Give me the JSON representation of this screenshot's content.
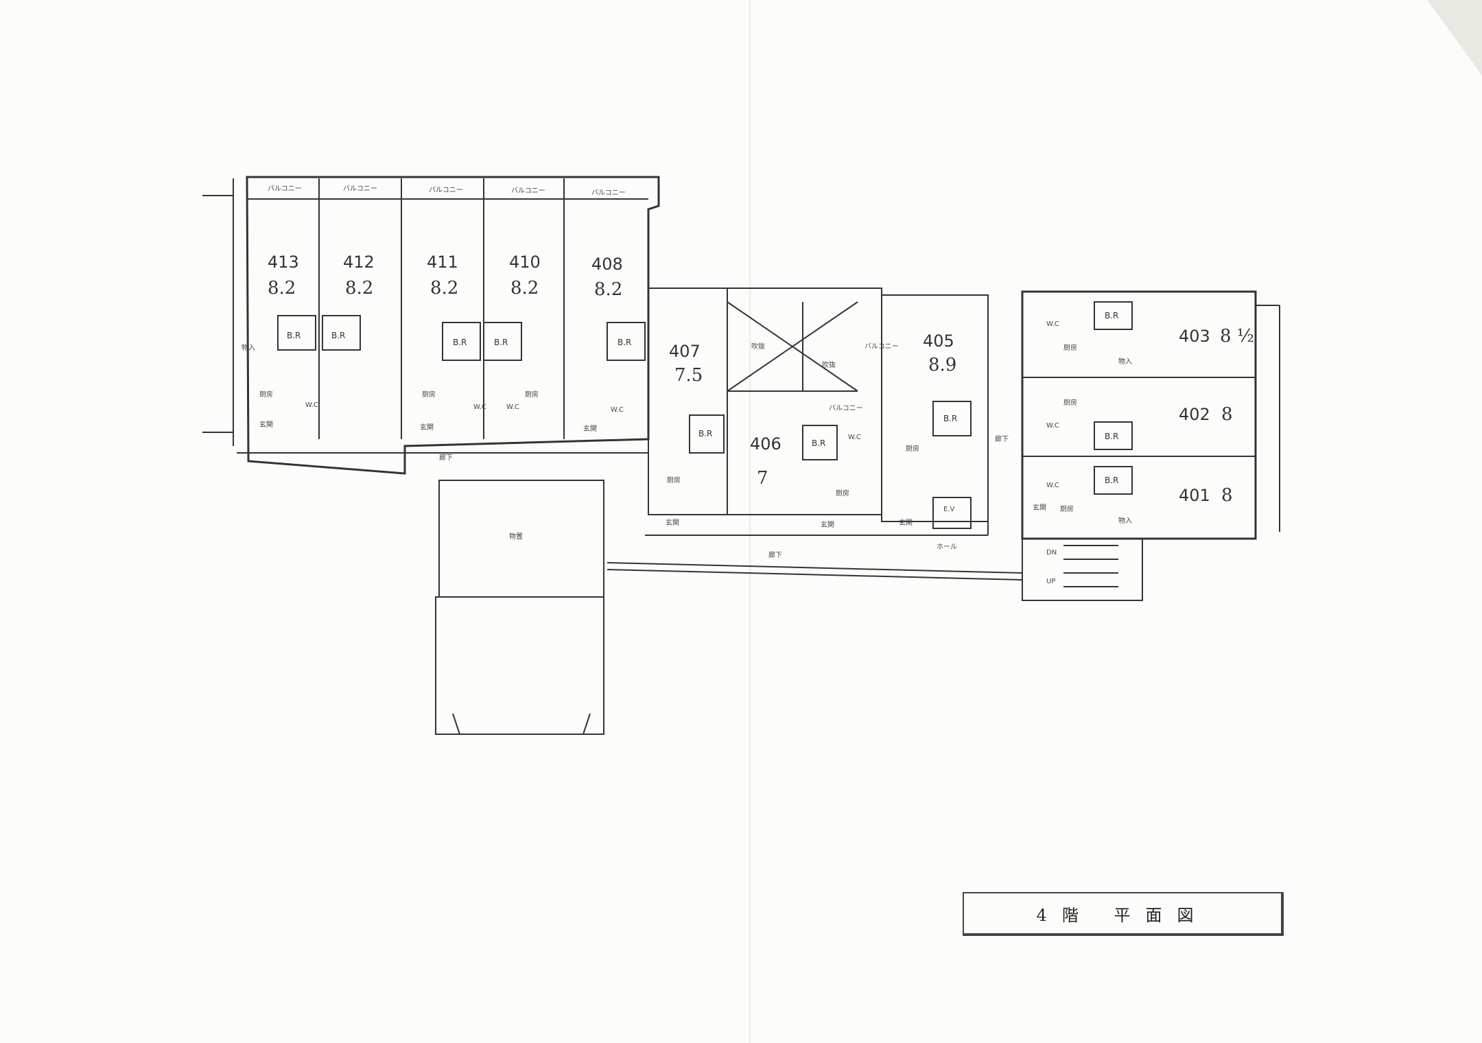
{
  "drawing": {
    "title": "4階 平面図"
  },
  "units": [
    {
      "id": "413",
      "size": "8.2"
    },
    {
      "id": "412",
      "size": "8.2"
    },
    {
      "id": "411",
      "size": "8.2"
    },
    {
      "id": "410",
      "size": "8.2"
    },
    {
      "id": "408",
      "size": "8.2"
    },
    {
      "id": "407",
      "size": "7.5"
    },
    {
      "id": "406",
      "size": "7"
    },
    {
      "id": "405",
      "size": "8.9"
    },
    {
      "id": "403",
      "size": "8 ½"
    },
    {
      "id": "402",
      "size": "8"
    },
    {
      "id": "401",
      "size": "8"
    }
  ],
  "room_labels": {
    "balcony": "バルコニー",
    "bedroom": "B.R",
    "toilet": "W.C",
    "kitchen": "厨房",
    "entrance": "玄関",
    "storage": "物入",
    "corridor": "廊下",
    "hall": "ホール",
    "elevator": "E.V",
    "void": "吹抜",
    "storeroom": "物置",
    "stair_down": "DN",
    "stair_up": "UP"
  }
}
